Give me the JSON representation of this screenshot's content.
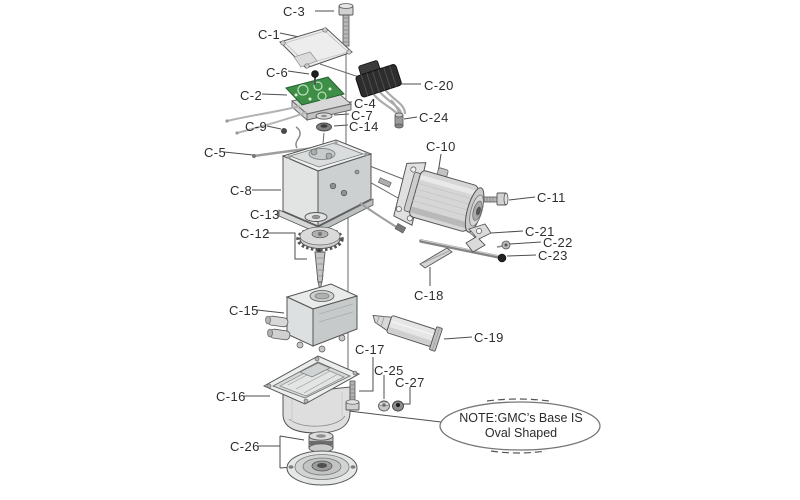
{
  "figure": {
    "type": "exploded-parts-diagram",
    "colors": {
      "background": "#ffffff",
      "line": "#4d4d4d",
      "label_text": "#2e2e2e",
      "pcb_green": "#3e8e47",
      "connector_black": "#2d2d2d",
      "metal_light": "#e6e6e6",
      "metal_dark": "#8c8c8c"
    },
    "labels": [
      {
        "text": "C-3"
      },
      {
        "text": "C-1"
      },
      {
        "text": "C-6"
      },
      {
        "text": "C-2"
      },
      {
        "text": "C-20"
      },
      {
        "text": "C-4"
      },
      {
        "text": "C-7"
      },
      {
        "text": "C-14"
      },
      {
        "text": "C-24"
      },
      {
        "text": "C-9"
      },
      {
        "text": "C-5"
      },
      {
        "text": "C-10"
      },
      {
        "text": "C-8"
      },
      {
        "text": "C-11"
      },
      {
        "text": "C-13"
      },
      {
        "text": "C-12"
      },
      {
        "text": "C-21"
      },
      {
        "text": "C-22"
      },
      {
        "text": "C-23"
      },
      {
        "text": "C-18"
      },
      {
        "text": "C-15"
      },
      {
        "text": "C-19"
      },
      {
        "text": "C-17"
      },
      {
        "text": "C-25"
      },
      {
        "text": "C-27"
      },
      {
        "text": "C-16"
      },
      {
        "text": "C-26"
      }
    ],
    "note": {
      "line1": "NOTE:GMC’s Base IS",
      "line2": "Oval Shaped"
    }
  }
}
